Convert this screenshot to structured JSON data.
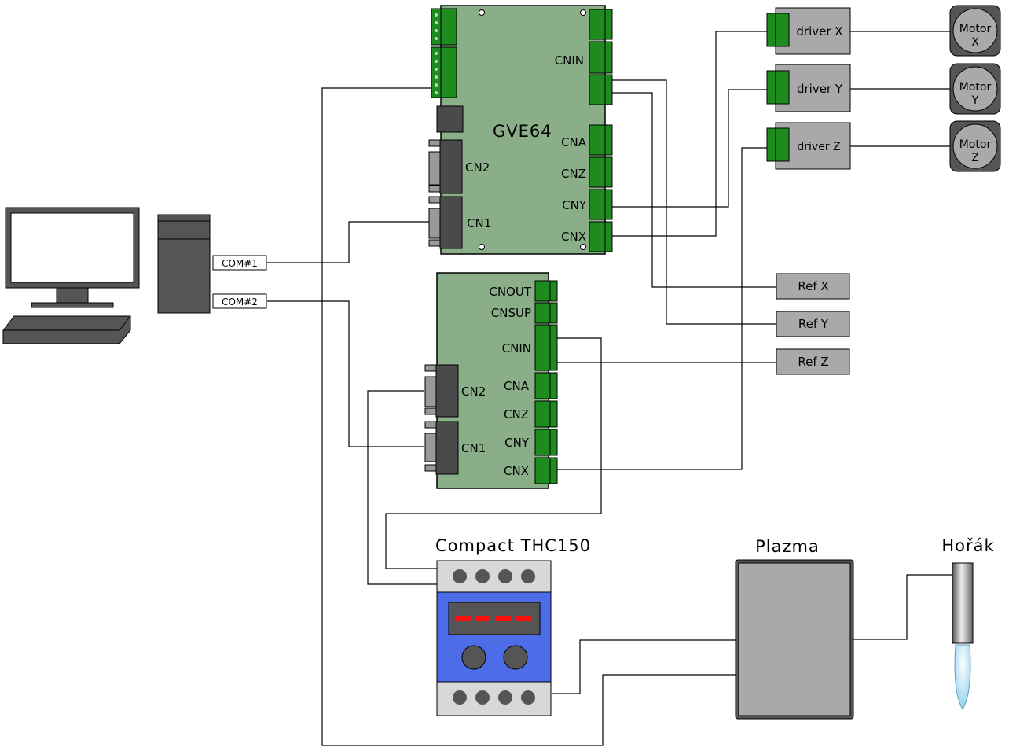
{
  "colors": {
    "board": "#8aaf88",
    "connector": "#1e8b1e",
    "port": "#4a4a4a",
    "grey_box": "#a9a9a9",
    "thc_blue": "#4d6ce8",
    "led_red": "#ff1010"
  },
  "com_ports": [
    "COM#1",
    "COM#2"
  ],
  "gve64": {
    "title": "GVE64",
    "ports_left": [
      "CN2",
      "CN1"
    ],
    "ports_right": [
      "CNIN",
      "CNA",
      "CNZ",
      "CNY",
      "CNX"
    ]
  },
  "board2": {
    "ports_right": [
      "CNOUT",
      "CNSUP",
      "CNIN",
      "CNA",
      "CNZ",
      "CNY",
      "CNX"
    ],
    "ports_left": [
      "CN2",
      "CN1"
    ]
  },
  "drivers": [
    "driver X",
    "driver Y",
    "driver Z"
  ],
  "motors": [
    {
      "line1": "Motor",
      "line2": "X"
    },
    {
      "line1": "Motor",
      "line2": "Y"
    },
    {
      "line1": "Motor",
      "line2": "Z"
    }
  ],
  "refs": [
    "Ref X",
    "Ref Y",
    "Ref Z"
  ],
  "thc": {
    "title": "Compact THC150"
  },
  "plasma": {
    "title": "Plazma"
  },
  "torch": {
    "title": "Hořák"
  }
}
